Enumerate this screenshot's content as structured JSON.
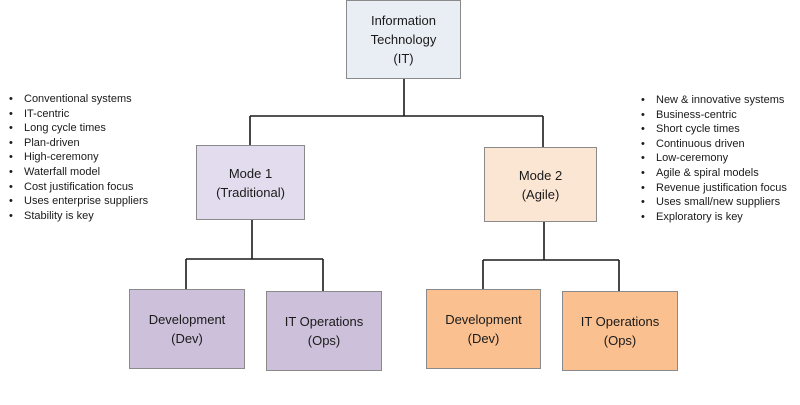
{
  "it": {
    "lines": [
      "Information",
      "Technology",
      "(IT)"
    ]
  },
  "mode1": {
    "lines": [
      "Mode 1",
      "(Traditional)"
    ],
    "bullets": [
      "Conventional systems",
      "IT-centric",
      "Long cycle times",
      "Plan-driven",
      "High-ceremony",
      "Waterfall model",
      "Cost justification focus",
      "Uses enterprise suppliers",
      "Stability is key"
    ],
    "dev": {
      "lines": [
        "Development",
        "(Dev)"
      ]
    },
    "ops": {
      "lines": [
        "IT Operations",
        "(Ops)"
      ]
    }
  },
  "mode2": {
    "lines": [
      "Mode 2",
      "(Agile)"
    ],
    "bullets": [
      "New & innovative systems",
      "Business-centric",
      "Short cycle times",
      "Continuous driven",
      "Low-ceremony",
      "Agile & spiral models",
      "Revenue justification focus",
      "Uses small/new suppliers",
      "Exploratory is key"
    ],
    "dev": {
      "lines": [
        "Development",
        "(Dev)"
      ]
    },
    "ops": {
      "lines": [
        "IT Operations",
        "(Ops)"
      ]
    }
  },
  "colors": {
    "it_fill": "#e9eef4",
    "mode1_fill": "#e2dcee",
    "mode2_fill": "#fbe5d3",
    "mode1_child_fill": "#ccc0da",
    "mode2_child_fill": "#fac090",
    "connector": "#1a1a1a",
    "box_border": "#8a8a8a"
  }
}
